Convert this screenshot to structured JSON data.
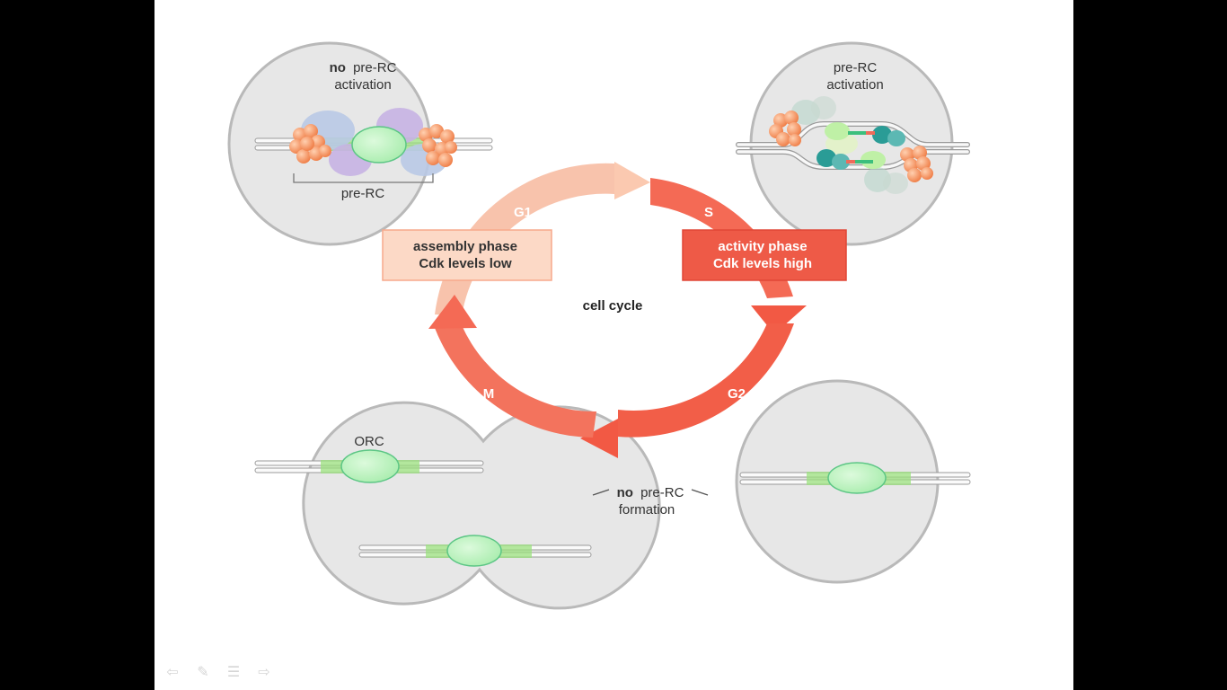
{
  "top_left_cell": {
    "label_bold": "no",
    "label_rest": "pre-RC",
    "label_line2": "activation",
    "bracket_label": "pre-RC"
  },
  "top_right_cell": {
    "label_line1": "pre-RC",
    "label_line2": "activation"
  },
  "bottom_left_cell": {
    "label": "ORC"
  },
  "bottom_right_note": {
    "label_bold": "no",
    "label_rest": "pre-RC",
    "label_line2": "formation"
  },
  "cycle": {
    "center_label": "cell cycle",
    "phases": {
      "g1": "G1",
      "s": "S",
      "g2": "G2",
      "m": "M"
    },
    "assembly_box": {
      "line1": "assembly phase",
      "line2": "Cdk levels low"
    },
    "activity_box": {
      "line1": "activity phase",
      "line2": "Cdk levels high"
    }
  },
  "colors": {
    "cell_fill": "#e7e7e7",
    "cell_stroke": "#b9b9b9",
    "arrow_light": "#f7b9a0",
    "arrow_dark": "#f05a45",
    "assembly_box_fill": "#fcd9c6",
    "activity_box_fill": "#ee5a47",
    "orc_green": "#b9f0b9",
    "dna_green": "#9be07e",
    "mcm_orange": "#f4925e",
    "cdc_purple": "#c6b3e3",
    "cdc_blue": "#b9c9e6"
  },
  "nav": {
    "prev": "⇦",
    "pen": "✎",
    "menu": "☰",
    "next": "⇨"
  }
}
